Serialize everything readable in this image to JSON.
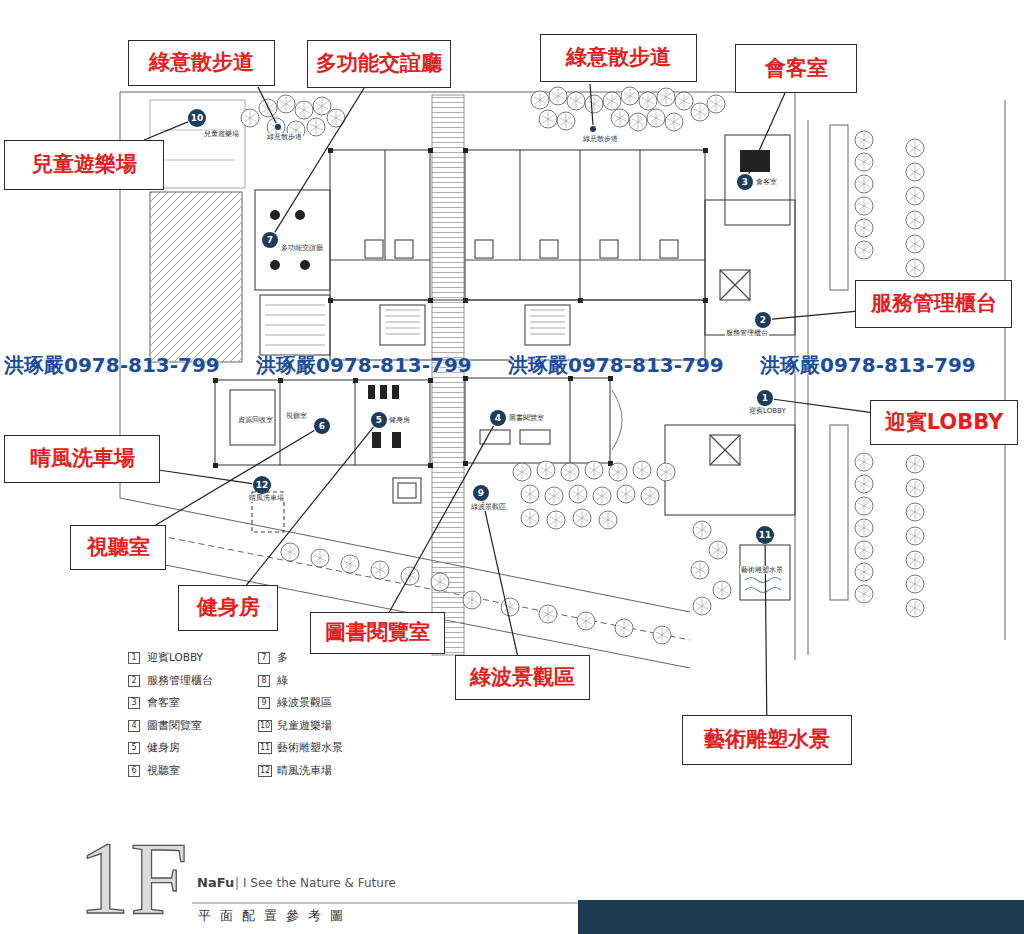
{
  "diagram": {
    "title": "1F",
    "nodes": [
      {
        "text": [
          "綠意散步道"
        ]
      },
      {
        "text": [
          "多功能交誼廳"
        ]
      },
      {
        "text": [
          "綠意散步道"
        ]
      },
      {
        "text": [
          "會客室"
        ]
      },
      {
        "text": [
          "兒童遊樂場"
        ]
      },
      {
        "text": [
          "服務管理櫃台"
        ]
      },
      {
        "text": [
          "迎賓LOBBY"
        ]
      },
      {
        "text": [
          "晴風洗車場"
        ]
      },
      {
        "text": [
          "視聽室"
        ]
      },
      {
        "text": [
          "健身房"
        ]
      },
      {
        "text": [
          "圖書閱覽室"
        ]
      },
      {
        "text": [
          "綠波景觀區"
        ]
      },
      {
        "text": [
          "藝術雕塑水景"
        ]
      },
      {
        "text": [
          "10"
        ]
      },
      {
        "text": [
          "7"
        ]
      },
      {
        "text": [
          "3"
        ]
      },
      {
        "text": [
          "2"
        ]
      },
      {
        "text": [
          "1"
        ]
      },
      {
        "text": [
          "6"
        ]
      },
      {
        "text": [
          "5"
        ]
      },
      {
        "text": [
          "4"
        ]
      },
      {
        "text": [
          "12"
        ]
      },
      {
        "text": [
          "9"
        ]
      },
      {
        "text": [
          "11"
        ]
      }
    ],
    "edges": [
      {
        "from": 1,
        "to": 14,
        "arrow": "none"
      },
      {
        "from": 3,
        "to": 15,
        "arrow": "none"
      },
      {
        "from": 4,
        "to": 13,
        "arrow": "none"
      },
      {
        "from": 5,
        "to": 16,
        "arrow": "none"
      },
      {
        "from": 6,
        "to": 17,
        "arrow": "none"
      },
      {
        "from": 7,
        "to": 21,
        "arrow": "none"
      },
      {
        "from": 8,
        "to": 18,
        "arrow": "none"
      },
      {
        "from": 9,
        "to": 19,
        "arrow": "none"
      },
      {
        "from": 10,
        "to": 20,
        "arrow": "none"
      },
      {
        "from": 11,
        "to": 22,
        "arrow": "none"
      },
      {
        "from": 12,
        "to": 23,
        "arrow": "none"
      }
    ],
    "labels": [
      "洪琢嚴0978-813-799",
      "洪琢嚴0978-813-799",
      "洪琢嚴0978-813-799",
      "洪琢嚴0978-813-799",
      "兒童遊樂場",
      "綠意散步道",
      "多功能交誼廳",
      "綠意散步道",
      "會客室",
      "服務管理櫃台",
      "迎賓LOBBY",
      "視聽室",
      "健身房",
      "圖書閱覽室",
      "綠波景觀區",
      "藝術雕塑水景",
      "晴風洗車場",
      "資源回收室",
      "1",
      "2",
      "3",
      "4",
      "5",
      "6",
      "7",
      "8",
      "9",
      "10",
      "11",
      "12",
      "NaFu",
      "I See the Nature & Future",
      "平面配置參考圖"
    ],
    "legend": [
      {
        "text": "迎賓LOBBY"
      },
      {
        "text": "服務管理櫃台"
      },
      {
        "text": "會客室"
      },
      {
        "text": "圖書閱覽室"
      },
      {
        "text": "健身房"
      },
      {
        "text": "視聽室"
      },
      {
        "text": "多"
      },
      {
        "text": "綠"
      },
      {
        "text": "綠波景觀區"
      },
      {
        "text": "兒童遊樂場"
      },
      {
        "text": "藝術雕塑水景"
      },
      {
        "text": "晴風洗車場"
      }
    ]
  }
}
